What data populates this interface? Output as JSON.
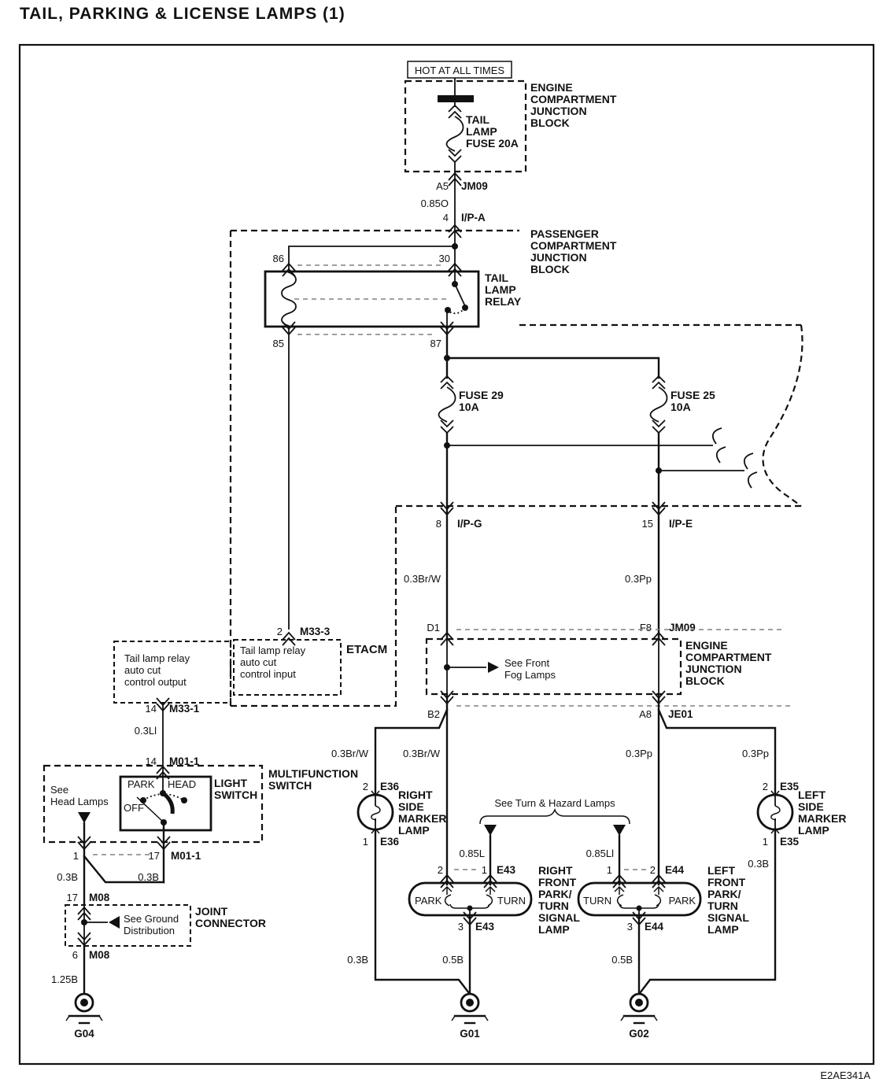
{
  "title": "TAIL, PARKING & LICENSE LAMPS (1)",
  "code": "E2AE341A",
  "boxes": {
    "hot": "HOT AT ALL TIMES",
    "engine_jb": [
      "ENGINE",
      "COMPARTMENT",
      "JUNCTION",
      "BLOCK"
    ],
    "passenger_jb": [
      "PASSENGER",
      "COMPARTMENT",
      "JUNCTION",
      "BLOCK"
    ],
    "tail_fuse": [
      "TAIL",
      "LAMP",
      "FUSE 20A"
    ],
    "relay": [
      "TAIL",
      "LAMP",
      "RELAY"
    ],
    "fuse29": [
      "FUSE 29",
      "10A"
    ],
    "fuse25": [
      "FUSE 25",
      "10A"
    ],
    "etacm": "ETACM",
    "etacm_input": [
      "Tail lamp relay",
      "auto cut",
      "control input"
    ],
    "etacm_output": [
      "Tail lamp relay",
      "auto cut",
      "control output"
    ],
    "mfs": [
      "MULTIFUNCTION",
      "SWITCH"
    ],
    "light_switch": [
      "LIGHT",
      "SWITCH"
    ],
    "joint": [
      "JOINT",
      "CONNECTOR"
    ],
    "right_marker": [
      "RIGHT",
      "SIDE",
      "MARKER",
      "LAMP"
    ],
    "left_marker": [
      "LEFT",
      "SIDE",
      "MARKER",
      "LAMP"
    ],
    "right_pt": [
      "RIGHT",
      "FRONT",
      "PARK/",
      "TURN",
      "SIGNAL",
      "LAMP"
    ],
    "left_pt": [
      "LEFT",
      "FRONT",
      "PARK/",
      "TURN",
      "SIGNAL",
      "LAMP"
    ]
  },
  "switchpos": {
    "park": "PARK",
    "head": "HEAD",
    "off": "OFF"
  },
  "lamp": {
    "park": "PARK",
    "turn": "TURN"
  },
  "refs": {
    "head": [
      "See",
      "Head Lamps"
    ],
    "fog": [
      "See Front",
      "Fog Lamps"
    ],
    "turn_hazard": "See Turn & Hazard Lamps",
    "ground": [
      "See Ground",
      "Distribution"
    ]
  },
  "wires": {
    "w085o": "0.85O",
    "w03brw": "0.3Br/W",
    "w03pp": "0.3Pp",
    "w03ll": "0.3Ll",
    "w085l": "0.85L",
    "w085ll": "0.85Ll",
    "w03b": "0.3B",
    "w05b": "0.5B",
    "w125b": "1.25B"
  },
  "conn": {
    "a5": "A5",
    "jm09": "JM09",
    "ipa": "I/P-A",
    "ipg": "I/P-G",
    "ipe": "I/P-E",
    "d1": "D1",
    "f8": "F8",
    "b2": "B2",
    "a8": "A8",
    "je01": "JE01",
    "m333": "M33-3",
    "m331": "M33-1",
    "m011": "M01-1",
    "m08": "M08",
    "e36": "E36",
    "e35": "E35",
    "e43": "E43",
    "e44": "E44"
  },
  "pins": {
    "p1": "1",
    "p2": "2",
    "p3": "3",
    "p4": "4",
    "p6": "6",
    "p8": "8",
    "p14": "14",
    "p15": "15",
    "p17": "17",
    "p30": "30",
    "p85": "85",
    "p86": "86",
    "p87": "87"
  },
  "grounds": {
    "g01": "G01",
    "g02": "G02",
    "g04": "G04"
  }
}
